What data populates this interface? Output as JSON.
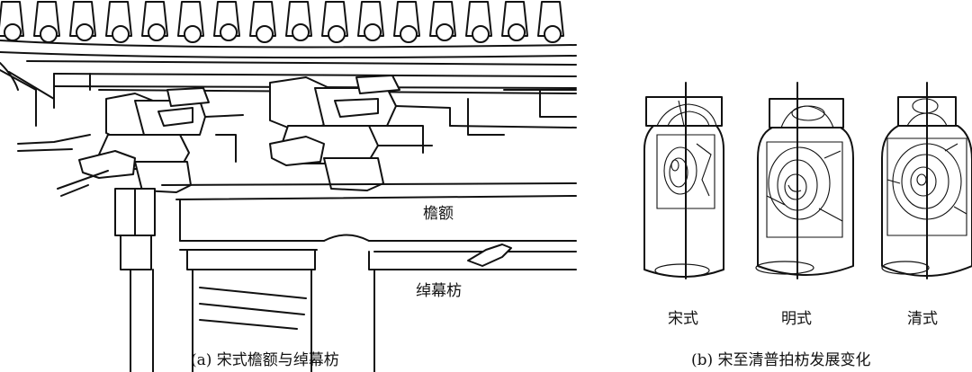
{
  "panel_a": {
    "label_eave_lintel": "檐额",
    "label_curtain_beam": "绰幕枋",
    "caption": "(a) 宋式檐额与绰幕枋"
  },
  "panel_b": {
    "styles": [
      "宋式",
      "明式",
      "清式"
    ],
    "caption": "(b) 宋至清普拍枋发展变化"
  },
  "colors": {
    "ink": "#111111",
    "paper": "#ffffff"
  }
}
